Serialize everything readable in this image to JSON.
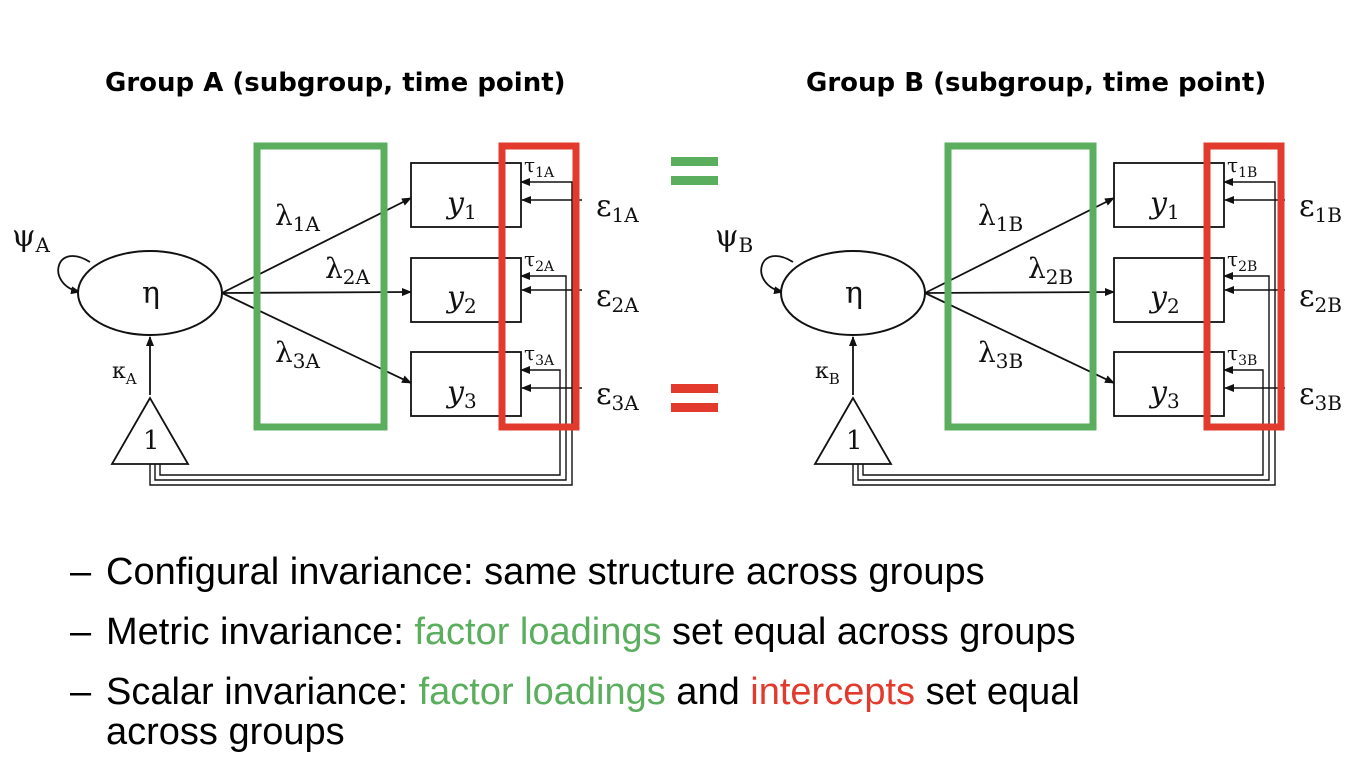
{
  "groups": [
    {
      "title": "Group A (subgroup, time point)",
      "psi": "ψ",
      "psi_sub": "A",
      "eta": "η",
      "kappa": "κ",
      "kappa_sub": "A",
      "one": "1",
      "lambda": [
        "λ",
        "λ",
        "λ"
      ],
      "lambda_sub": [
        "1A",
        "2A",
        "3A"
      ],
      "y": [
        "y",
        "y",
        "y"
      ],
      "y_sub": [
        "1",
        "2",
        "3"
      ],
      "tau": [
        "τ",
        "τ",
        "τ"
      ],
      "tau_sub": [
        "1A",
        "2A",
        "3A"
      ],
      "eps": [
        "ε",
        "ε",
        "ε"
      ],
      "eps_sub": [
        "1A",
        "2A",
        "3A"
      ]
    },
    {
      "title": "Group B (subgroup, time point)",
      "psi": "ψ",
      "psi_sub": "B",
      "eta": "η",
      "kappa": "κ",
      "kappa_sub": "B",
      "one": "1",
      "lambda": [
        "λ",
        "λ",
        "λ"
      ],
      "lambda_sub": [
        "1B",
        "2B",
        "3B"
      ],
      "y": [
        "y",
        "y",
        "y"
      ],
      "y_sub": [
        "1",
        "2",
        "3"
      ],
      "tau": [
        "τ",
        "τ",
        "τ"
      ],
      "tau_sub": [
        "1B",
        "2B",
        "3B"
      ],
      "eps": [
        "ε",
        "ε",
        "ε"
      ],
      "eps_sub": [
        "1B",
        "2B",
        "3B"
      ]
    }
  ],
  "colors": {
    "loadings": "#5aae5e",
    "intercepts": "#e23b2e"
  },
  "bullets": {
    "dash": "–",
    "b1": "Configural invariance: same structure across groups",
    "b2_pre": "Metric invariance: ",
    "b2_green": "factor loadings",
    "b2_post": " set equal across groups",
    "b3_pre": "Scalar invariance: ",
    "b3_green": "factor loadings",
    "b3_mid": " and ",
    "b3_red": "intercepts",
    "b3_post": " set equal",
    "b3_line2": "across groups"
  }
}
